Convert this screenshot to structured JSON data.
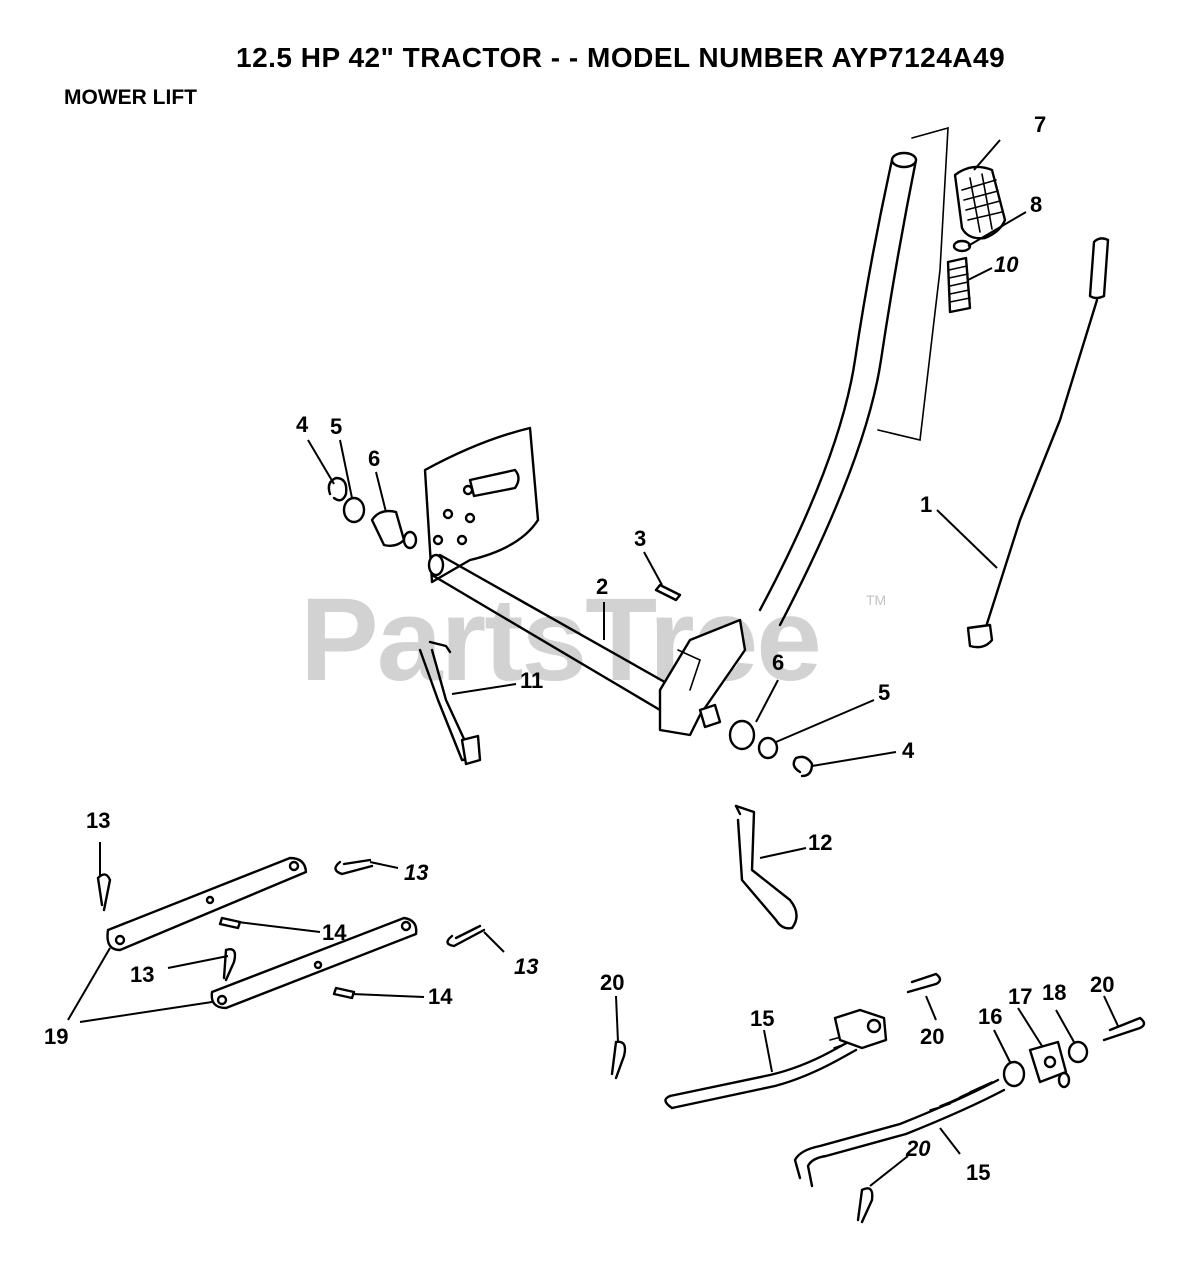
{
  "header": {
    "title": "12.5 HP 42\" TRACTOR - - MODEL NUMBER AYP7124A49",
    "subtitle": "MOWER LIFT"
  },
  "watermark": {
    "text": "PartsTree",
    "tm": "TM"
  },
  "callouts": {
    "c1": "1",
    "c2": "2",
    "c3": "3",
    "c4a": "4",
    "c4b": "4",
    "c5a": "5",
    "c5b": "5",
    "c6a": "6",
    "c6b": "6",
    "c7": "7",
    "c8": "8",
    "c10": "10",
    "c11": "11",
    "c12": "12",
    "c13a": "13",
    "c13b": "13",
    "c13c": "13",
    "c13d": "13",
    "c14a": "14",
    "c14b": "14",
    "c15a": "15",
    "c15b": "15",
    "c16": "16",
    "c17": "17",
    "c18": "18",
    "c19": "19",
    "c20a": "20",
    "c20b": "20",
    "c20c": "20",
    "c20d": "20"
  }
}
